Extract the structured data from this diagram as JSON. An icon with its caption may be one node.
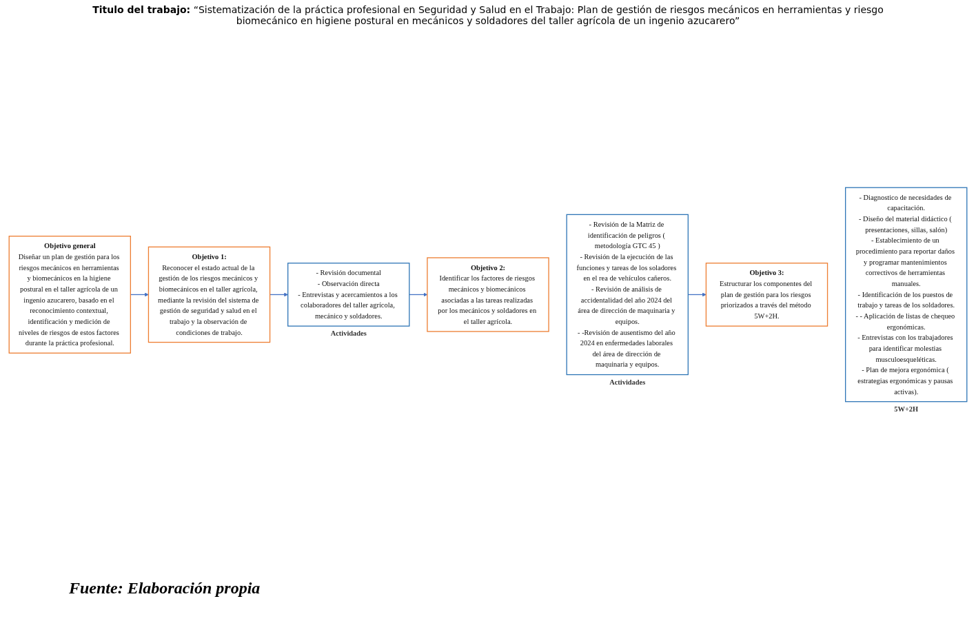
{
  "diagram": {
    "title": "**Titulo del trabajo:** “Sistematización de la práctica profesional en Seguridad y Salud en el Trabajo: Plan de gestión de riesgos mecánicos en herramientas y riesgo biomecánico en higiene postural en mecánicos y soldadores del taller agrícola de un ingenio azucarero”",
    "caption": "Fuente: Elaboración propia",
    "nodes": [
      {
        "text": [
          "Objetivo general",
          "Diseñar un plan de gestión para los riesgos mecánicos en herramientas y biomecánicos en la higiene postural en el taller agrícola de un ingenio azucarero, basado en el reconocimiento contextual, identificación y medición de niveles de riesgos de estos factores durante la práctica profesional."
        ]
      },
      {
        "text": [
          "Objetivo 1:",
          "Reconocer el estado actual de la gestión de los riesgos mecánicos y biomecánicos en el taller agrícola, mediante la revisión del sistema de gestión de seguridad y salud en el trabajo y la observación de condiciones de trabajo."
        ]
      },
      {
        "text": [
          "- Revisión documental",
          "- Observación directa",
          "- Entrevistas y acercamientos a los colaboradores del taller agrícola, mecánico y soldadores."
        ],
        "beside": [
          "Actividades"
        ]
      },
      {
        "text": [
          "Objetivo 2:",
          "Identificar los factores de riesgos mecánicos y biomecánicos asociadas a las tareas realizadas por los mecánicos y soldadores en el taller agrícola."
        ]
      },
      {
        "text": [
          "- Revisión de la Matriz de identificación de peligros ( metodología GTC 45 )",
          "- Revisión de la ejecución de las funciones y tareas de los soladores en el rea de vehículos cañeros.",
          "- Revisión de análisis de accidentalidad del año 2024 del área de dirección de maquinaria y equipos.",
          "- -Revisión de ausentismo del año 2024 en enfermedades laborales del área de dirección de maquinaria y equipos."
        ],
        "beside": [
          "Actividades"
        ]
      },
      {
        "text": [
          "Objetivo 3:",
          "Estructurar los componentes del plan de gestión para los riesgos priorizados a través del método 5W+2H."
        ]
      },
      {
        "text": [
          "- Diagnostico de necesidades de capacitación.",
          "- Diseño del material didáctico ( presentaciones, sillas, salón)",
          "- Establecimiento de un procedimiento para reportar daños y programar mantenimientos correctivos de herramientas manuales.",
          "- Identificación de los puestos de trabajo y tareas de los soldadores.",
          "- - Aplicación de listas de chequeo ergonómicas.",
          "- Entrevistas con los trabajadores para identificar molestias musculoesqueléticas.",
          "- Plan de mejora ergonómica ( estrategias ergonómicas y pausas activas)."
        ],
        "beside": [
          "5W+2H"
        ]
      }
    ],
    "edges": [
      {
        "from": 0,
        "to": 1,
        "arrow": "to"
      },
      {
        "from": 1,
        "to": 2,
        "arrow": "to"
      },
      {
        "from": 2,
        "to": 3,
        "arrow": "to"
      },
      {
        "from": 4,
        "to": 5,
        "arrow": "to"
      }
    ]
  }
}
